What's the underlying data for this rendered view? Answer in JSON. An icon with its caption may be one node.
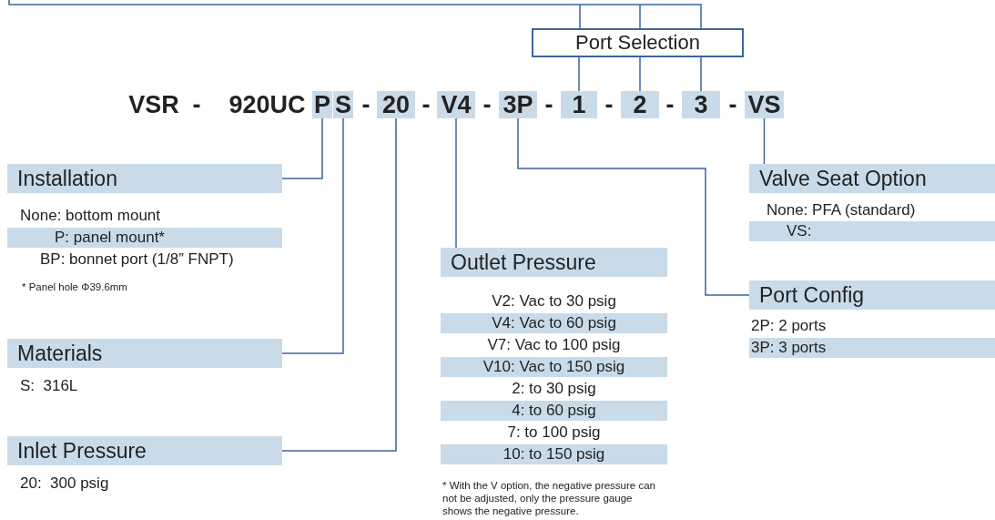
{
  "diagram": {
    "nodes": [
      {
        "text": [
          "Port Selection"
        ]
      },
      {
        "text": [
          "P"
        ]
      },
      {
        "text": [
          "S"
        ]
      },
      {
        "text": [
          "20"
        ]
      },
      {
        "text": [
          "V4"
        ]
      },
      {
        "text": [
          "3P"
        ]
      },
      {
        "text": [
          "1"
        ]
      },
      {
        "text": [
          "2"
        ]
      },
      {
        "text": [
          "3"
        ]
      },
      {
        "text": [
          "VS"
        ]
      },
      {
        "text": [
          "Installation"
        ],
        "beside": [
          "None: bottom mount",
          "P: panel mount*",
          "BP: bonnet port (1/8” FNPT)",
          "* Panel hole Φ39.6mm"
        ]
      },
      {
        "text": [
          "Valve Seat Option"
        ],
        "beside": [
          "None: PFA (standard)",
          "VS:"
        ]
      },
      {
        "text": [
          "Outlet Pressure"
        ],
        "beside": [
          "V2: Vac to 30 psig",
          "V4: Vac to 60 psig",
          "V7: Vac to 100 psig",
          "V10: Vac to 150 psig",
          "2: to 30 psig",
          "4: to 60 psig",
          "7: to 100 psig",
          "10: to 150 psig",
          "* With the V option, the negative pressure can not be adjusted, only the pressure gauge shows the negative pressure."
        ]
      },
      {
        "text": [
          "Port Config"
        ],
        "beside": [
          "2P: 2 ports",
          "3P: 3 ports"
        ]
      },
      {
        "text": [
          "Materials"
        ],
        "beside": [
          "S:  316L"
        ]
      },
      {
        "text": [
          "Inlet Pressure"
        ],
        "beside": [
          "20:  300 psig"
        ]
      }
    ],
    "edges": [
      {
        "from": 6,
        "to": 0,
        "arrow": "none"
      },
      {
        "from": 7,
        "to": 0,
        "arrow": "none"
      },
      {
        "from": 8,
        "to": 0,
        "arrow": "none"
      },
      {
        "from": 1,
        "to": 10,
        "arrow": "none"
      },
      {
        "from": 2,
        "to": 14,
        "arrow": "none"
      },
      {
        "from": 3,
        "to": 15,
        "arrow": "none"
      },
      {
        "from": 4,
        "to": 12,
        "arrow": "none"
      },
      {
        "from": 5,
        "to": 13,
        "arrow": "none"
      },
      {
        "from": 9,
        "to": 11,
        "arrow": "none"
      }
    ],
    "labels": [
      "VSR",
      "-",
      "920UC",
      "-",
      "-",
      "-",
      "-",
      "-",
      "-",
      "-"
    ]
  }
}
